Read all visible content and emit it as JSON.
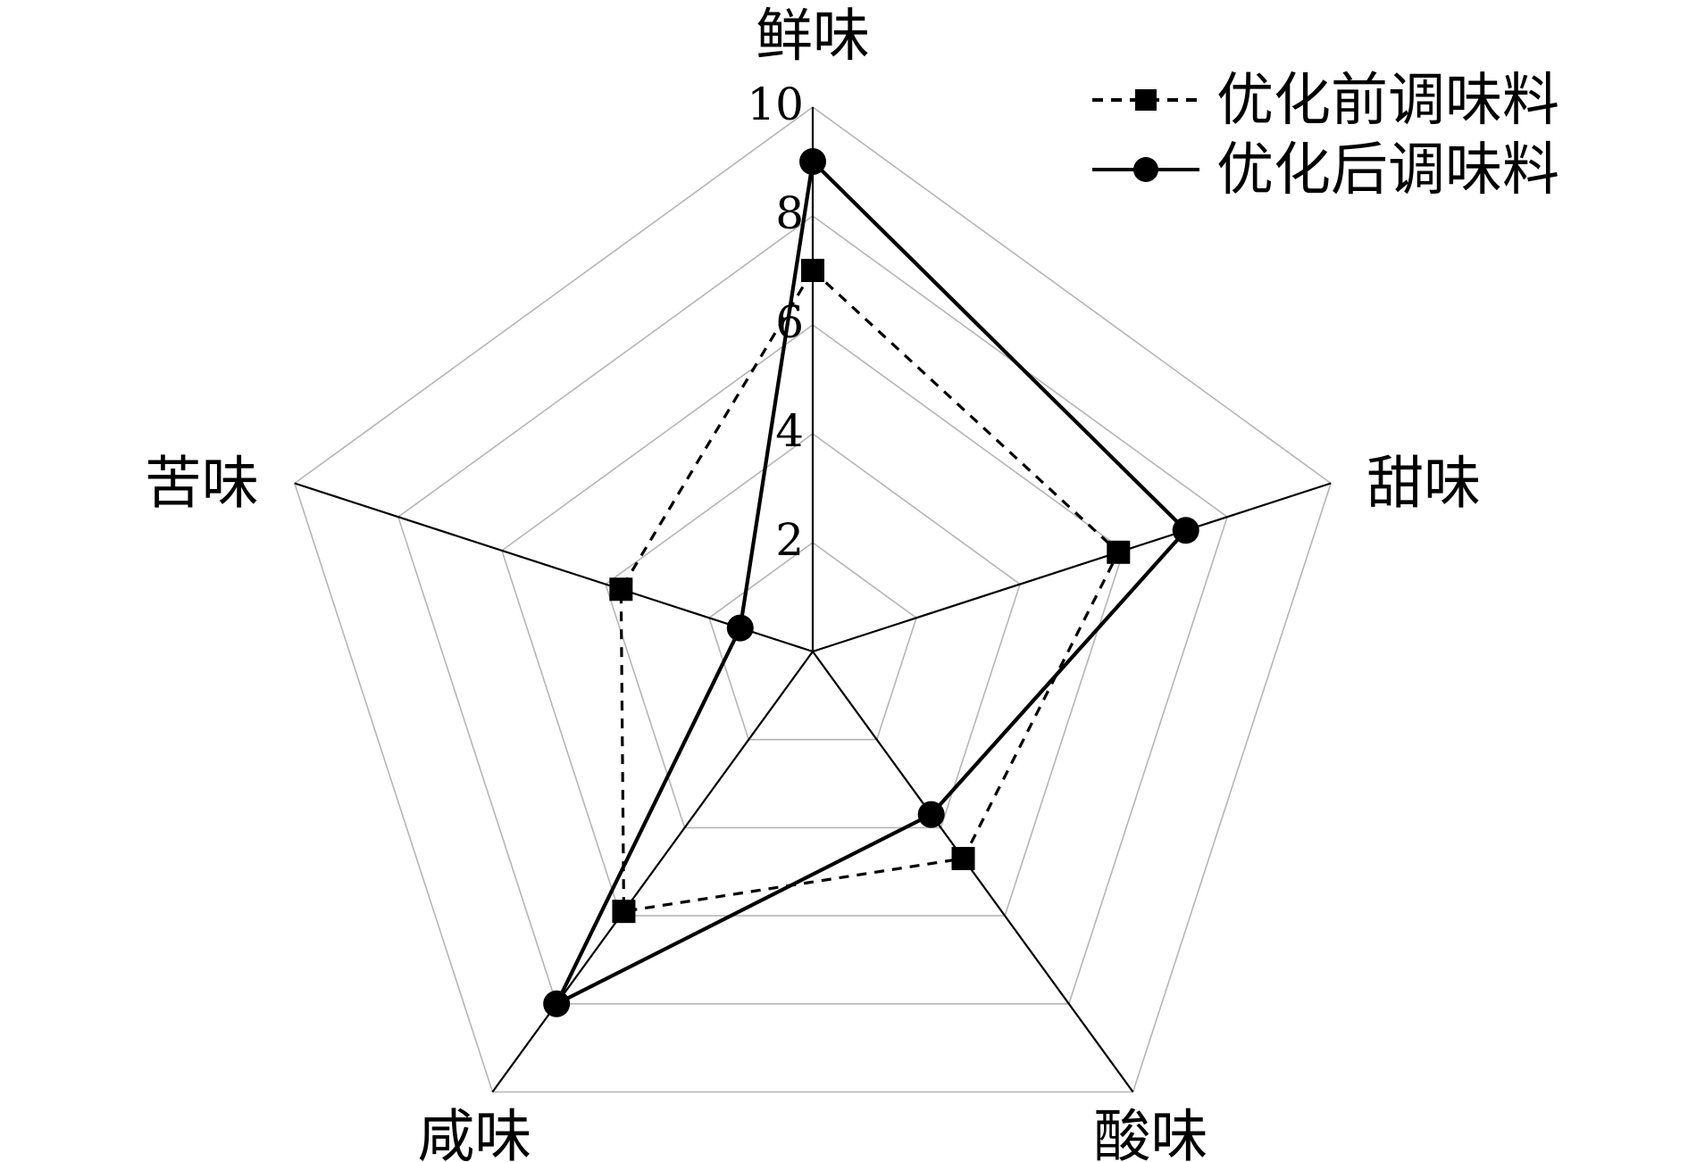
{
  "chart_data": {
    "type": "radar",
    "axes": [
      "鲜味",
      "甜味",
      "酸味",
      "咸味",
      "苦味"
    ],
    "rlim": [
      0,
      10
    ],
    "ticks": [
      "2",
      "4",
      "6",
      "8",
      "10"
    ],
    "tick_values": [
      2,
      4,
      6,
      8,
      10
    ],
    "grid": true,
    "legend_position": "top-right",
    "series": [
      {
        "name": "优化前调味料",
        "values": [
          7.0,
          5.9,
          4.7,
          5.9,
          3.7
        ],
        "line_style": "dashed",
        "marker": "square",
        "color": "#000000"
      },
      {
        "name": "优化后调味料",
        "values": [
          9.0,
          7.2,
          3.7,
          8.0,
          1.4
        ],
        "line_style": "solid",
        "marker": "circle",
        "color": "#000000"
      }
    ]
  }
}
